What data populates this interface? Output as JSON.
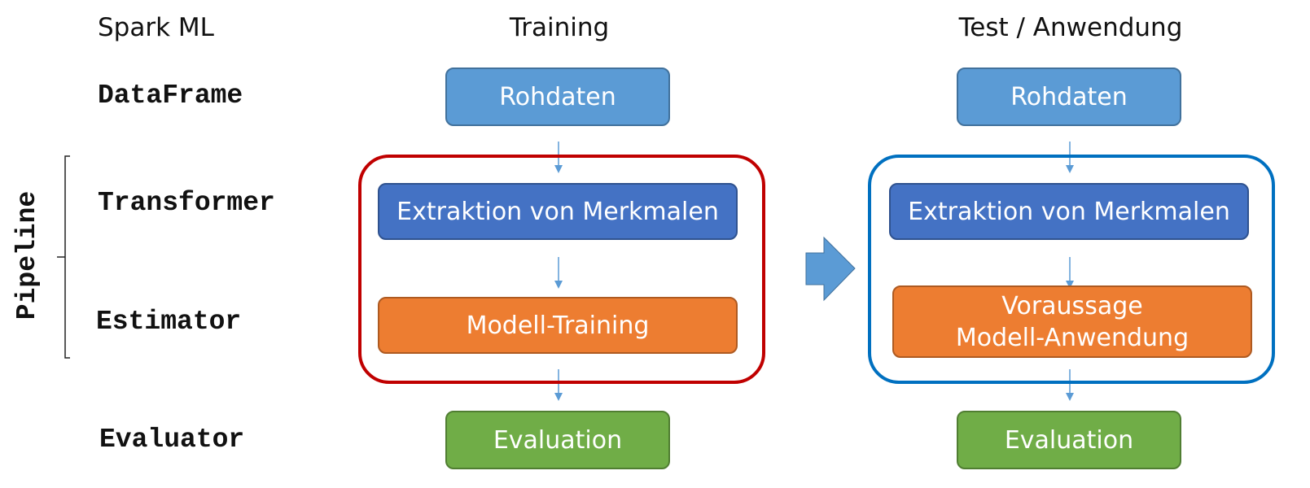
{
  "headers": {
    "spark_ml": "Spark ML",
    "training": "Training",
    "test": "Test / Anwendung"
  },
  "row_labels": {
    "dataframe": "DataFrame",
    "transformer": "Transformer",
    "estimator": "Estimator",
    "evaluator": "Evaluator",
    "pipeline": "Pipeline"
  },
  "training": {
    "raw": "Rohdaten",
    "features": "Extraktion von Merkmalen",
    "model": "Modell-Training",
    "evaluation": "Evaluation"
  },
  "test": {
    "raw": "Rohdaten",
    "features": "Extraktion von Merkmalen",
    "model_line1": "Voraussage",
    "model_line2": "Modell-Anwendung",
    "evaluation": "Evaluation"
  },
  "colors": {
    "raw": "#5b9bd5",
    "features": "#4472c4",
    "model": "#ed7d31",
    "evaluation": "#70ad47",
    "training_frame": "#c00000",
    "test_frame": "#0070c0",
    "arrow": "#5b9bd5"
  }
}
